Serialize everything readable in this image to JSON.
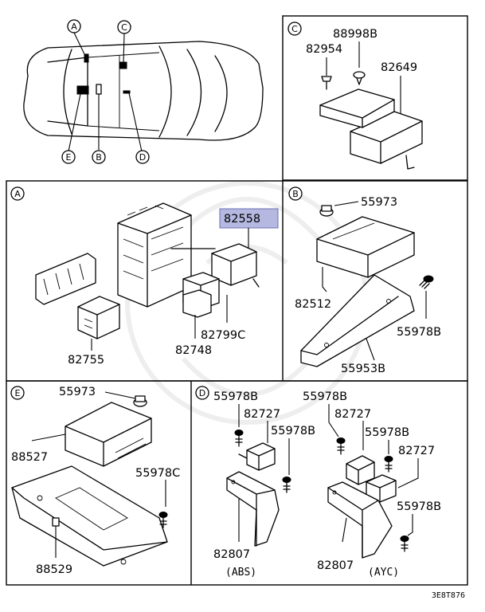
{
  "markers": {
    "a": "A",
    "b": "B",
    "c": "C",
    "d": "D",
    "e": "E"
  },
  "parts": {
    "p88998b": "88998B",
    "p82954": "82954",
    "p82649": "82649",
    "p82558": "82558",
    "p82755": "82755",
    "p82748": "82748",
    "p82799c": "82799C",
    "p55973_b": "55973",
    "p82512": "82512",
    "p55978b_b": "55978B",
    "p55953b": "55953B",
    "p55973_e": "55973",
    "p88527": "88527",
    "p55978c": "55978C",
    "p88529": "88529",
    "d_55978b_1": "55978B",
    "d_82727_1": "82727",
    "d_55978b_2": "55978B",
    "d_82807_1": "82807",
    "d_55978b_3": "55978B",
    "d_82727_2": "82727",
    "d_55978b_4": "55978B",
    "d_82727_3": "82727",
    "d_55978b_5": "55978B",
    "d_82807_2": "82807"
  },
  "sublabels": {
    "abs": "(ABS)",
    "ayc": "(AYC)"
  },
  "diagram_code": "3E8T876",
  "colors": {
    "highlight": "#b5b8e0",
    "line": "#000000"
  }
}
